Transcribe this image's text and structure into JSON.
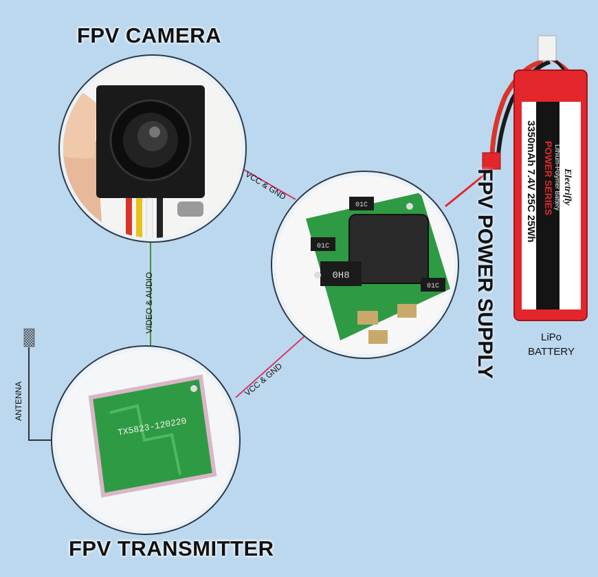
{
  "titles": {
    "camera": "FPV CAMERA",
    "transmitter": "FPV TRANSMITTER",
    "power_supply": "FPV POWER SUPPLY"
  },
  "connections": {
    "camera_power": "VCC & GND",
    "tx_power": "VCC & GND",
    "video": "VIDEO & AUDIO",
    "antenna": "ANTENNA"
  },
  "battery": {
    "label_line1": "LiPo",
    "label_line2": "BATTERY",
    "brand": "Electrifly",
    "series": "POWER SERIES",
    "chemistry": "Lithium-Polymer Battery",
    "spec": "3350mAh 7.4V 25C 25Wh"
  },
  "camera_wires": {
    "colors": [
      "#d8352b",
      "#e8c21a",
      "#f2f2f2",
      "#222222"
    ]
  },
  "psu_board": {
    "inductor_text": "0H8",
    "cap1_text": "01C",
    "cap2_text": "01C",
    "cap3_text": "01C"
  },
  "tx_board": {
    "module_text": "TX5823-120220"
  },
  "colors": {
    "background": "#bcd8ee",
    "power_line": "#d8356e",
    "signal_line": "#3f8f3a",
    "battery_red": "#e3262b",
    "pcb_green": "#2f9a44"
  }
}
